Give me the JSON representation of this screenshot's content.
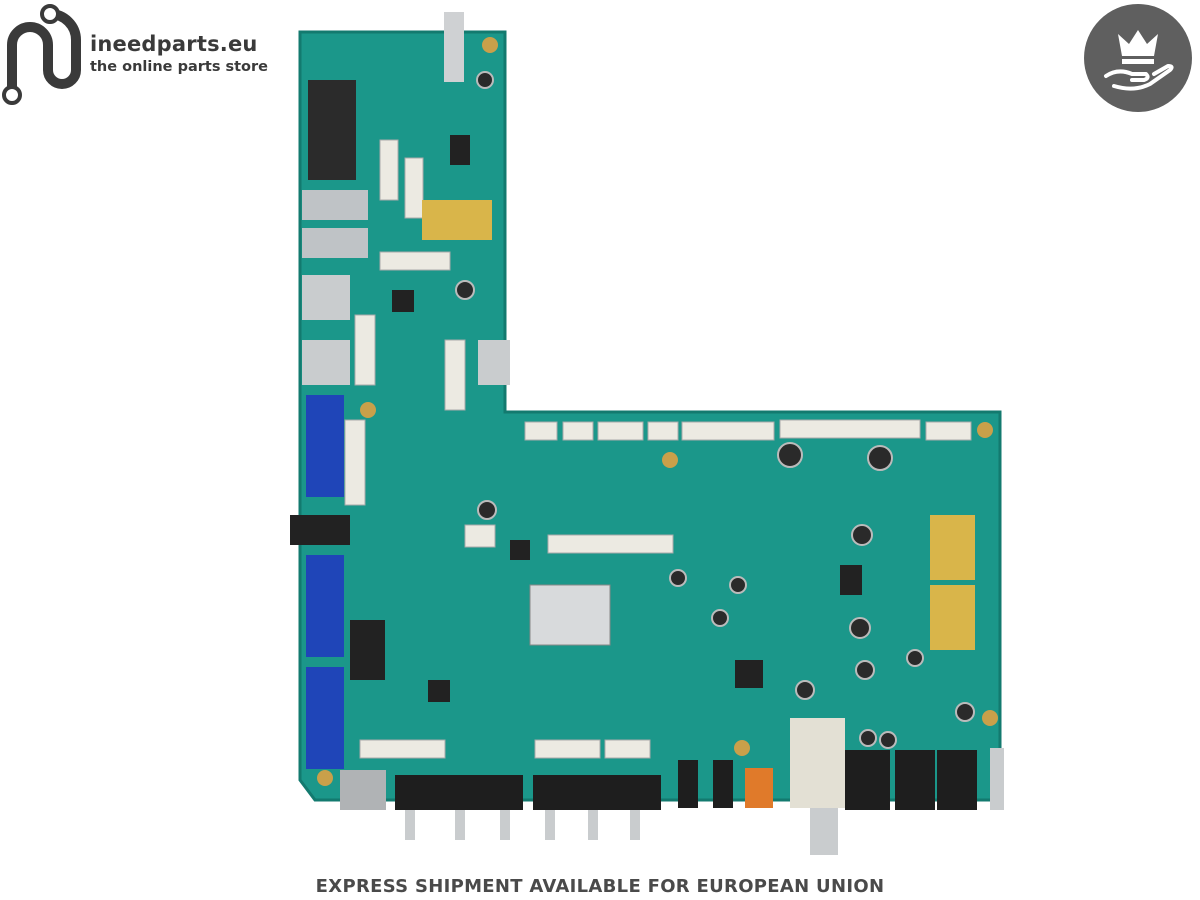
{
  "brand": {
    "name": "ineedparts.eu",
    "tagline": "the online parts store",
    "logo_icon": "circuit-n-icon",
    "badge_icon": "crown-hand-icon"
  },
  "product_image": {
    "subject": "tv-mainboard-pcb",
    "board_color": "#1b978a"
  },
  "footer": {
    "text": "EXPRESS SHIPMENT AVAILABLE FOR EUROPEAN UNION"
  }
}
